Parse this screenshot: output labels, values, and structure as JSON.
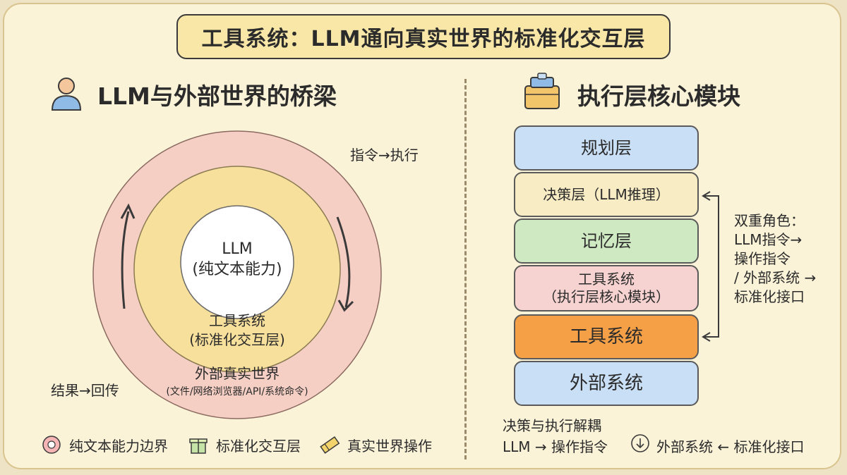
{
  "title": "工具系统：LLM通向真实世界的标准化交互层",
  "left": {
    "heading": "LLM与外部世界的桥梁",
    "label_top": "指令→执行",
    "label_bottom": "结果→回传",
    "inner": {
      "line1": "LLM",
      "line2": "(纯文本能力)"
    },
    "middle": {
      "line1": "工具系统",
      "line2": "(标准化交互层)"
    },
    "outer": {
      "line1": "外部真实世界",
      "line2": "(文件/网络浏览器/API/系统命令)"
    },
    "colors": {
      "outer": "#f6cfc4",
      "middle": "#f7df9c",
      "inner": "#ffffff"
    },
    "legend": [
      {
        "icon": "circle-icon",
        "label": "纯文本能力边界"
      },
      {
        "icon": "gift-icon",
        "label": "标准化交互层"
      },
      {
        "icon": "ticket-icon",
        "label": "真实世界操作"
      }
    ]
  },
  "right": {
    "heading": "执行层核心模块",
    "layers": [
      {
        "line1": "规划层",
        "line2": "",
        "color": "#c9dff5"
      },
      {
        "line1": "决策层（LLM推理）",
        "line2": "",
        "color": "#f8ecc4"
      },
      {
        "line1": "记忆层",
        "line2": "",
        "color": "#cfe9c3"
      },
      {
        "line1": "工具系统",
        "line2": "（执行层核心模块）",
        "color": "#f6d3d0"
      },
      {
        "line1": "工具系统",
        "line2": "",
        "color": "#f5a047"
      },
      {
        "line1": "外部系统",
        "line2": "",
        "color": "#c9dff5"
      }
    ],
    "side_note": [
      "双重角色：",
      "LLM指令→",
      "操作指令",
      "/ 外部系统 →",
      "标准化接口"
    ],
    "bottom_line1": "决策与执行解耦",
    "bottom_line2": "LLM → 操作指令",
    "bottom_line3": "外部系统 ← 标准化接口"
  }
}
